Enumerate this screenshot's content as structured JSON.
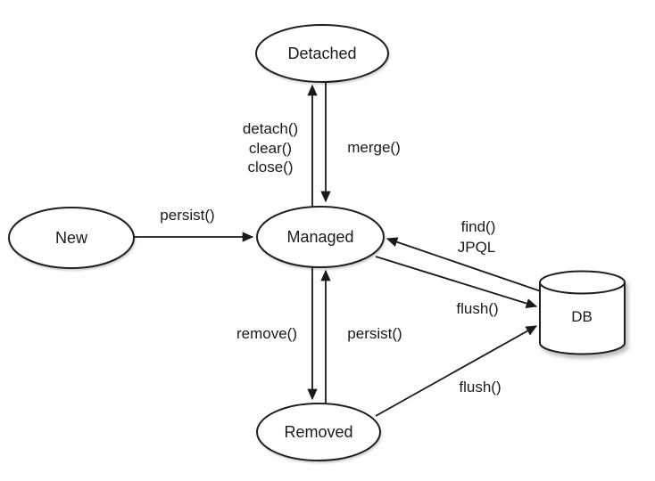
{
  "diagram": {
    "type": "state-diagram",
    "colors": {
      "background": "#ffffff",
      "node_fill": "#ffffff",
      "stroke": "#1a1a1a",
      "text": "#1a1a1a"
    },
    "nodes": {
      "new": {
        "label": "New",
        "shape": "ellipse"
      },
      "detached": {
        "label": "Detached",
        "shape": "ellipse"
      },
      "managed": {
        "label": "Managed",
        "shape": "ellipse"
      },
      "removed": {
        "label": "Removed",
        "shape": "ellipse"
      },
      "db": {
        "label": "DB",
        "shape": "cylinder"
      }
    },
    "edges": {
      "new_to_managed": {
        "from": "new",
        "to": "managed",
        "label": "persist()"
      },
      "managed_to_detached": {
        "from": "managed",
        "to": "detached",
        "label_lines": [
          "detach()",
          "clear()",
          "close()"
        ]
      },
      "detached_to_managed": {
        "from": "detached",
        "to": "managed",
        "label": "merge()"
      },
      "db_to_managed": {
        "from": "db",
        "to": "managed",
        "label_lines": [
          "find()",
          "JPQL"
        ]
      },
      "managed_to_db": {
        "from": "managed",
        "to": "db",
        "label": "flush()"
      },
      "managed_to_removed": {
        "from": "managed",
        "to": "removed",
        "label": "remove()"
      },
      "removed_to_managed": {
        "from": "removed",
        "to": "managed",
        "label": "persist()"
      },
      "removed_to_db": {
        "from": "removed",
        "to": "db",
        "label": "flush()"
      }
    }
  }
}
